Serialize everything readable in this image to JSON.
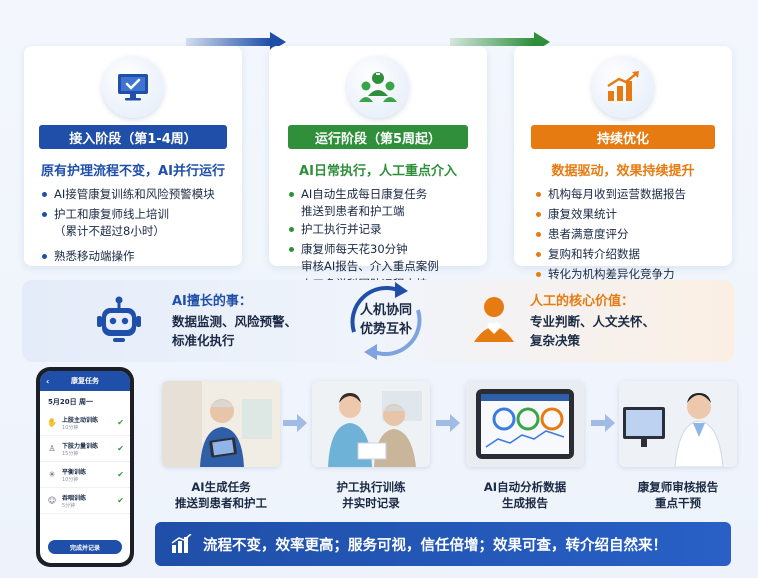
{
  "phases": [
    {
      "title": "接入阶段（第1-4周）",
      "subtitle": "原有护理流程不变，AI并行运行",
      "items": [
        "AI接管康复训练和风险预警模块",
        "护工和康复师线上培训",
        "（累计不超过8小时）",
        "熟悉移动端操作"
      ],
      "icon": "monitor-check-icon",
      "color": "#1f4fa8"
    },
    {
      "title": "运行阶段（第5周起）",
      "subtitle": "AI日常执行，人工重点介入",
      "items": [
        "AI自动生成每日康复任务",
        "推送到患者和护工端",
        "护工执行并记录",
        "康复师每天花30分钟",
        "审核AI报告、介入重点案例",
        "人工多学科团队远程支持"
      ],
      "icon": "team-icon",
      "color": "#2f8f3a"
    },
    {
      "title": "持续优化",
      "subtitle": "数据驱动，效果持续提升",
      "items": [
        "机构每月收到运营数据报告",
        "康复效果统计",
        "患者满意度评分",
        "复购和转介绍数据",
        "转化为机构差异化竞争力"
      ],
      "icon": "growth-chart-icon",
      "color": "#e67b12"
    }
  ],
  "collab": {
    "ai_title": "AI擅长的事：",
    "ai_lines": [
      "数据监测、风险预警、",
      "标准化执行"
    ],
    "center_lines": [
      "人机协同",
      "优势互补"
    ],
    "human_title": "人工的核心价值：",
    "human_lines": [
      "专业判断、人文关怀、",
      "复杂决策"
    ]
  },
  "phone": {
    "header": "康复任务",
    "date": "5月20日 周一",
    "tasks": [
      {
        "name": "上肢主动训练",
        "duration": "10分钟"
      },
      {
        "name": "下肢力量训练",
        "duration": "15分钟"
      },
      {
        "name": "平衡训练",
        "duration": "10分钟"
      },
      {
        "name": "吞咽训练",
        "duration": "5分钟"
      }
    ],
    "button": "完成并记录"
  },
  "workflow": [
    {
      "caption_lines": [
        "AI生成任务",
        "推送到患者和护工"
      ]
    },
    {
      "caption_lines": [
        "护工执行训练",
        "并实时记录"
      ]
    },
    {
      "caption_lines": [
        "AI自动分析数据",
        "生成报告"
      ]
    },
    {
      "caption_lines": [
        "康复师审核报告",
        "重点干预"
      ]
    }
  ],
  "bottom": {
    "text": "流程不变，效率更高；服务可视，信任倍增；效果可查，转介绍自然来！",
    "icon": "bar-chart-icon"
  },
  "colors": {
    "blue": "#1f4fa8",
    "green": "#2f8f3a",
    "orange": "#e67b12"
  }
}
